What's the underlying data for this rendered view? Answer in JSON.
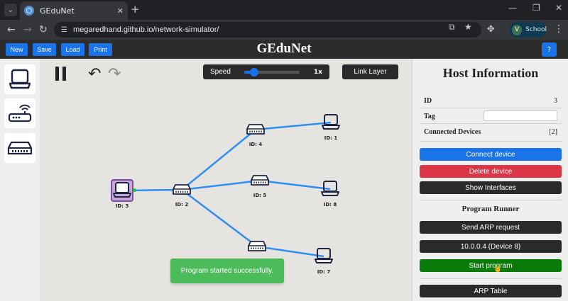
{
  "browser": {
    "tab_title": "GEduNet",
    "url": "megaredhand.github.io/network-simulator/",
    "profile_initial": "V",
    "profile_name": "School"
  },
  "toolbar": {
    "new_label": "New",
    "save_label": "Save",
    "load_label": "Load",
    "print_label": "Print",
    "app_title": "GEduNet",
    "help_label": "?"
  },
  "canvas": {
    "speed_label": "Speed",
    "speed_value": "1x",
    "speed_level": 0.15,
    "layer_label": "Link Layer",
    "toast": "Program started successfully."
  },
  "network": {
    "nodes": [
      {
        "id": "3",
        "label": "ID: 3",
        "kind": "host",
        "selected": true
      },
      {
        "id": "2",
        "label": "ID: 2",
        "kind": "switch"
      },
      {
        "id": "4",
        "label": "ID: 4",
        "kind": "switch"
      },
      {
        "id": "5",
        "label": "ID: 5",
        "kind": "switch"
      },
      {
        "id": "6",
        "label": "",
        "kind": "switch"
      },
      {
        "id": "1",
        "label": "ID: 1",
        "kind": "host"
      },
      {
        "id": "8",
        "label": "ID: 8",
        "kind": "host"
      },
      {
        "id": "7",
        "label": "ID: 7",
        "kind": "host"
      }
    ],
    "links": [
      [
        "3",
        "2"
      ],
      [
        "2",
        "4"
      ],
      [
        "2",
        "5"
      ],
      [
        "2",
        "6"
      ],
      [
        "4",
        "1"
      ],
      [
        "5",
        "8"
      ],
      [
        "6",
        "7"
      ]
    ],
    "link_color": "#2f8ef0"
  },
  "panel": {
    "title": "Host Information",
    "id_label": "ID",
    "id_value": "3",
    "tag_label": "Tag",
    "tag_value": "",
    "connected_label": "Connected Devices",
    "connected_value": "[2]",
    "connect_btn": "Connect device",
    "delete_btn": "Delete device",
    "interfaces_btn": "Show Interfaces",
    "program_runner_title": "Program Runner",
    "arp_btn": "Send ARP request",
    "target_select": "10.0.0.4 (Device 8)",
    "start_btn": "Start program",
    "arp_table_btn": "ARP Table"
  },
  "colors": {
    "blue": "#1a73e8",
    "red": "#dc3545",
    "dark": "#2a2a2a",
    "green": "#0a7a0a",
    "toast_green": "#4cbb5a"
  }
}
